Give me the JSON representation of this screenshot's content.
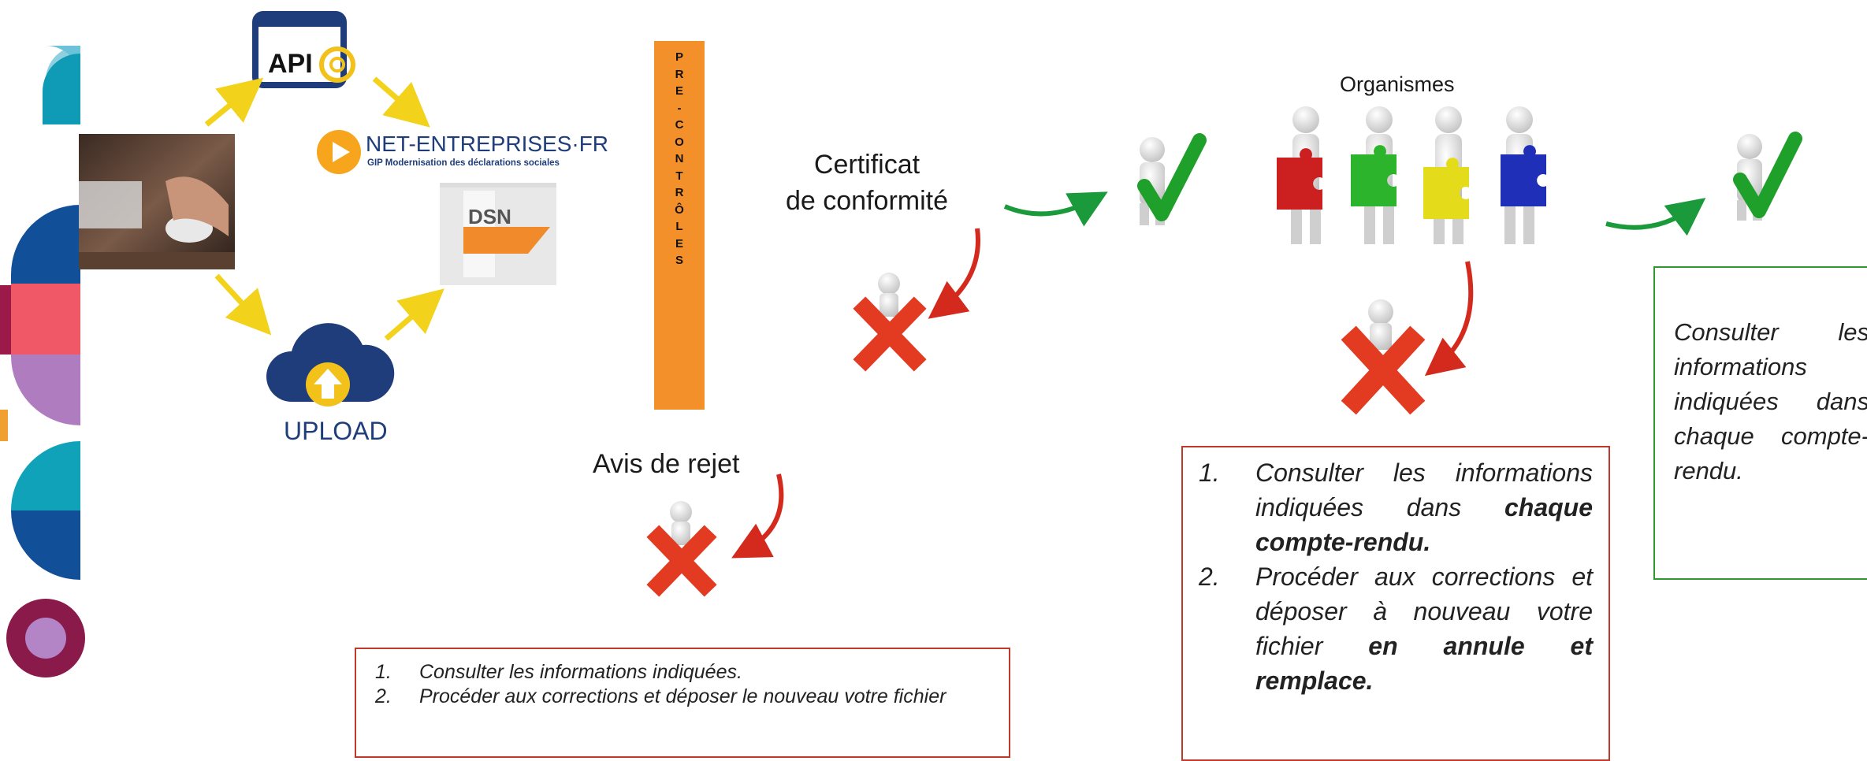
{
  "left_logos": {
    "api_label": "API",
    "netentreprises_title": "NET-ENTREPRISES·FR",
    "netentreprises_subtitle": "GIP Modernisation des déclarations sociales",
    "dsn_logo_text": "DSN",
    "upload_label": "UPLOAD"
  },
  "precontroles": {
    "letters": [
      "P",
      "R",
      "E",
      "-",
      "C",
      "O",
      "N",
      "T",
      "R",
      "Ô",
      "L",
      "E",
      "S"
    ],
    "color": "#f4902a"
  },
  "certificat": {
    "line1": "Certificat",
    "line2": "de conformité"
  },
  "avis_rejet": {
    "label": "Avis de rejet"
  },
  "organismes": {
    "label": "Organismes"
  },
  "rejet_box": {
    "items": [
      {
        "num": "1.",
        "text": "Consulter les informations indiquées."
      },
      {
        "num": "2.",
        "text": "Procéder aux corrections et déposer le nouveau  votre fichier"
      }
    ]
  },
  "organismes_rejet_box": {
    "items": [
      {
        "num": "1.",
        "text_plain": "Consulter les informations indiquées dans ",
        "text_bold": "chaque compte-rendu."
      },
      {
        "num": "2.",
        "text_plain": "Procéder aux corrections et déposer à nouveau votre fichier ",
        "text_bold": "en annule et remplace."
      }
    ]
  },
  "success_box": {
    "text": "Consulter les informations indiquées dans chaque compte-rendu."
  },
  "colors": {
    "arrow_yellow": "#f2d21b",
    "arrow_green": "#1a9a3a",
    "arrow_red": "#d42a1e",
    "check_green": "#1fa02a",
    "cross_red": "#e23b22",
    "box_red_border": "#c0392b",
    "box_green_border": "#2e9a2e",
    "puzzle_red": "#cc1f1f",
    "puzzle_green": "#2cb52c",
    "puzzle_yellow": "#e4dc1a",
    "puzzle_blue": "#1f2fb8"
  }
}
